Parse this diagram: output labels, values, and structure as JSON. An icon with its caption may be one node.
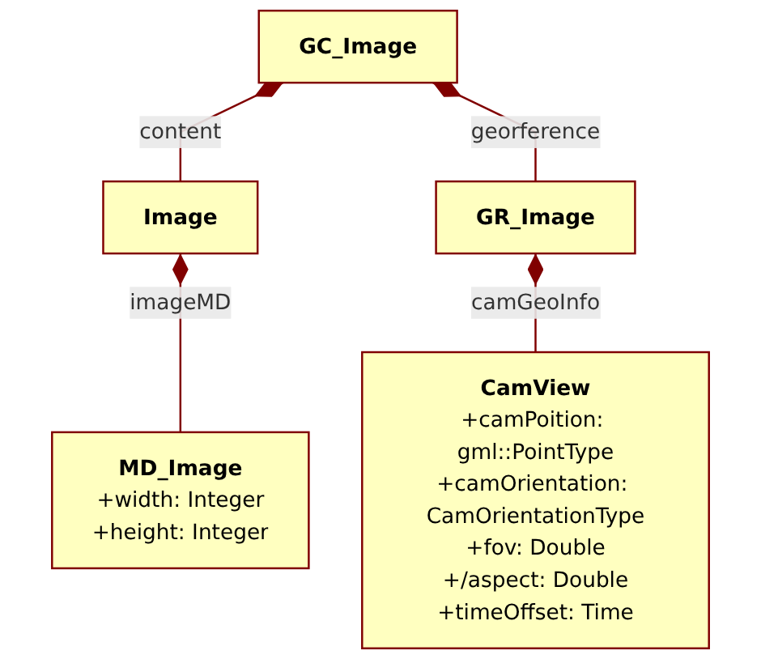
{
  "diagram": {
    "nodes": [
      {
        "text": [
          "GC_Image"
        ]
      },
      {
        "text": [
          "Image"
        ]
      },
      {
        "text": [
          "GR_Image"
        ]
      },
      {
        "text": [
          "MD_Image",
          "+width: Integer",
          "+height: Integer"
        ]
      },
      {
        "text": [
          "CamView",
          "+camPoition: gml::PointType",
          "+camOrientation: CamOrientationType",
          "+fov: Double",
          "+/aspect: Double",
          "+timeOffset: Time"
        ]
      }
    ],
    "edges": [
      {
        "from": 0,
        "to": 1,
        "arrow": "other",
        "label": "content"
      },
      {
        "from": 0,
        "to": 2,
        "arrow": "other",
        "label": "georference"
      },
      {
        "from": 1,
        "to": 3,
        "arrow": "other",
        "label": "imageMD"
      },
      {
        "from": 2,
        "to": 4,
        "arrow": "other",
        "label": "camGeoInfo"
      }
    ]
  }
}
